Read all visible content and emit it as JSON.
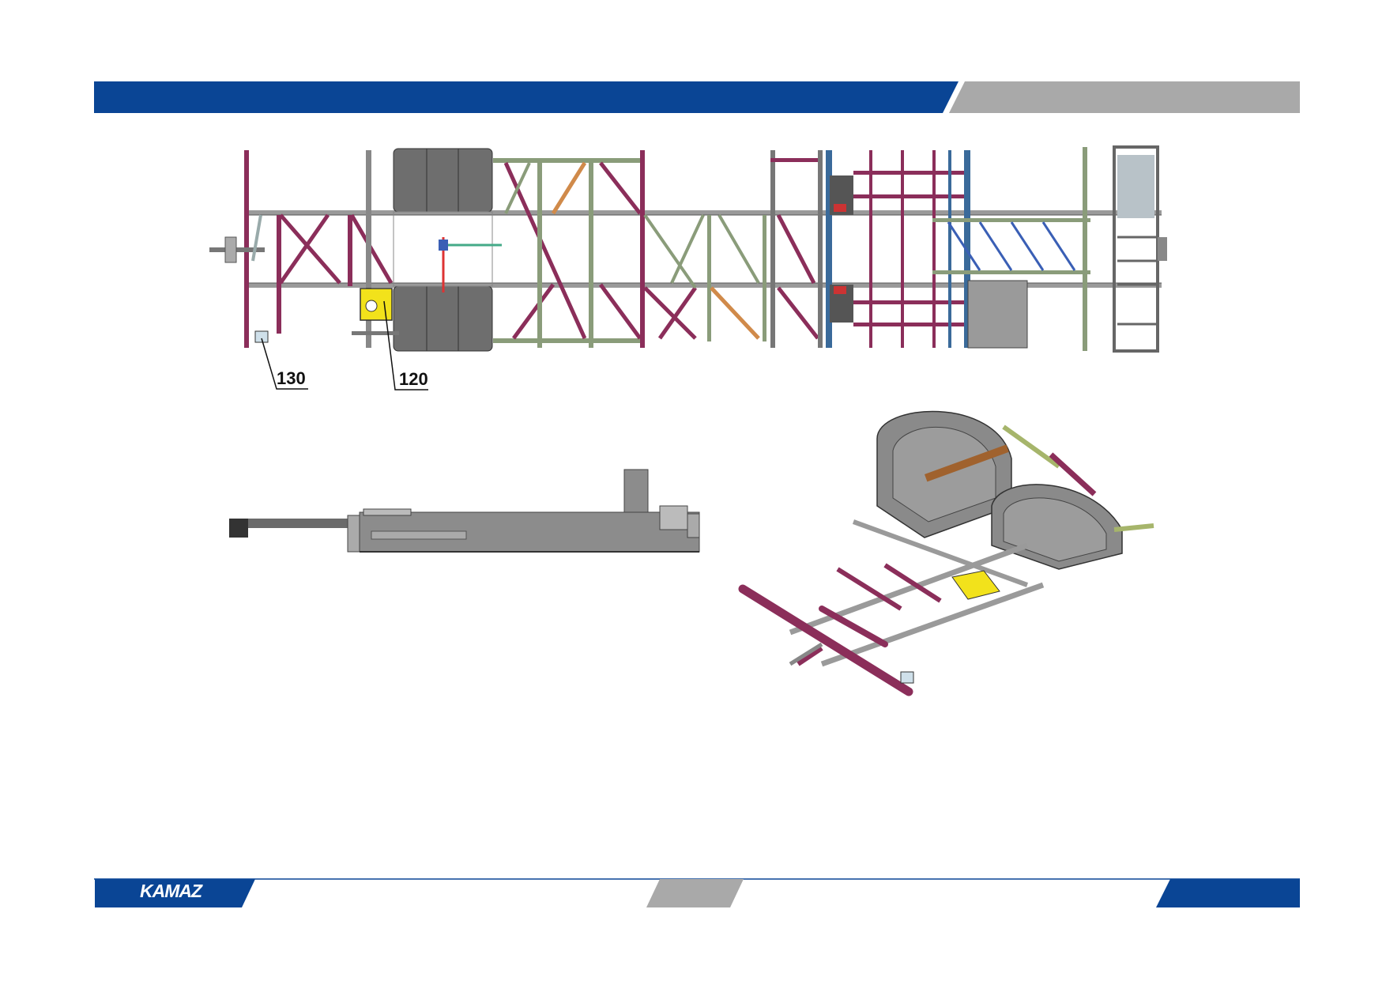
{
  "callouts": {
    "c130": "130",
    "c120": "120"
  },
  "footer": {
    "logo_text": "KAMAZ"
  },
  "colors": {
    "brand_blue": "#0a4595",
    "band_grey": "#a9a9a9",
    "frame_maroon": "#8b2e5a",
    "plate_yellow": "#f2e21b",
    "body_grey": "#8a8a8a"
  }
}
